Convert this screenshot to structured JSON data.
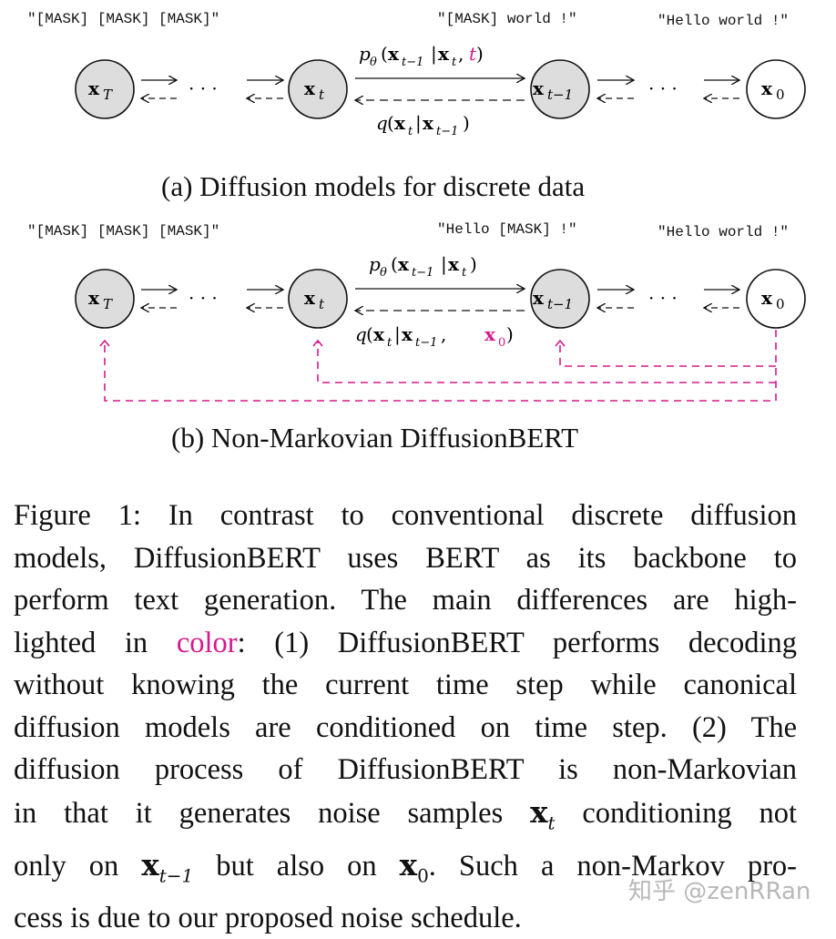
{
  "panel_a": {
    "labels": {
      "left": "\"[MASK] [MASK] [MASK]\"",
      "mid": "\"[MASK] world !\"",
      "right": "\"Hello world !\""
    },
    "nodes": {
      "xT": "x",
      "xT_sub": "T",
      "xt": "x",
      "xt_sub": "t",
      "xt1": "x",
      "xt1_sub": "t−1",
      "x0": "x",
      "x0_sub": "0"
    },
    "dots": "· · ·",
    "forward_label": {
      "p": "p",
      "theta": "θ",
      "open": "(",
      "x1": "x",
      "x1_sub": "t−1",
      "bar": "|",
      "x2": "x",
      "x2_sub": "t",
      "comma": ",",
      "t": "t",
      "close": ")"
    },
    "backward_label": {
      "q": "q",
      "open": "(",
      "x1": "x",
      "x1_sub": "t",
      "bar": "|",
      "x2": "x",
      "x2_sub": "t−1",
      "close": ")"
    },
    "caption": "(a) Diffusion models for discrete data"
  },
  "panel_b": {
    "labels": {
      "left": "\"[MASK] [MASK] [MASK]\"",
      "mid": "\"Hello [MASK] !\"",
      "right": "\"Hello world !\""
    },
    "forward_label": {
      "p": "p",
      "theta": "θ",
      "open": "(",
      "x1": "x",
      "x1_sub": "t−1",
      "bar": "|",
      "x2": "x",
      "x2_sub": "t",
      "close": ")"
    },
    "backward_label": {
      "q": "q",
      "open": "(",
      "x1": "x",
      "x1_sub": "t",
      "bar": "|",
      "x2": "x",
      "x2_sub": "t−1",
      "comma": ",",
      "x3": "x",
      "x3_sub": "0",
      "close": ")"
    },
    "caption": "(b) Non-Markovian DiffusionBERT"
  },
  "figure_caption": {
    "l1": "Figure 1: In contrast to conventional discrete diffusion",
    "l2": "models, DiffusionBERT uses BERT as its backbone to",
    "l3": "perform text generation. The main differences are high-",
    "l4a": "lighted in ",
    "l4_color": "color",
    "l4b": ": (1) DiffusionBERT performs decoding",
    "l5": "without knowing the current time step while canonical",
    "l6": "diffusion models are conditioned on time step. (2) The",
    "l7": "diffusion process of DiffusionBERT is non-Markovian",
    "l8a": "in that it generates noise samples ",
    "l8_x": "x",
    "l8_sub": "t",
    "l8b": " conditioning not",
    "l9a": "only on ",
    "l9_x": "x",
    "l9_sub": "t−1",
    "l9b": " but also on ",
    "l9_x2": "x",
    "l9_sub2": "0",
    "l9c": ". Such a non-Markov pro-",
    "l10": "cess is due to our proposed noise schedule."
  },
  "watermark": "知乎 @zenRRan",
  "colors": {
    "highlight": "#d6198a",
    "node_fill": "#dddddd"
  }
}
